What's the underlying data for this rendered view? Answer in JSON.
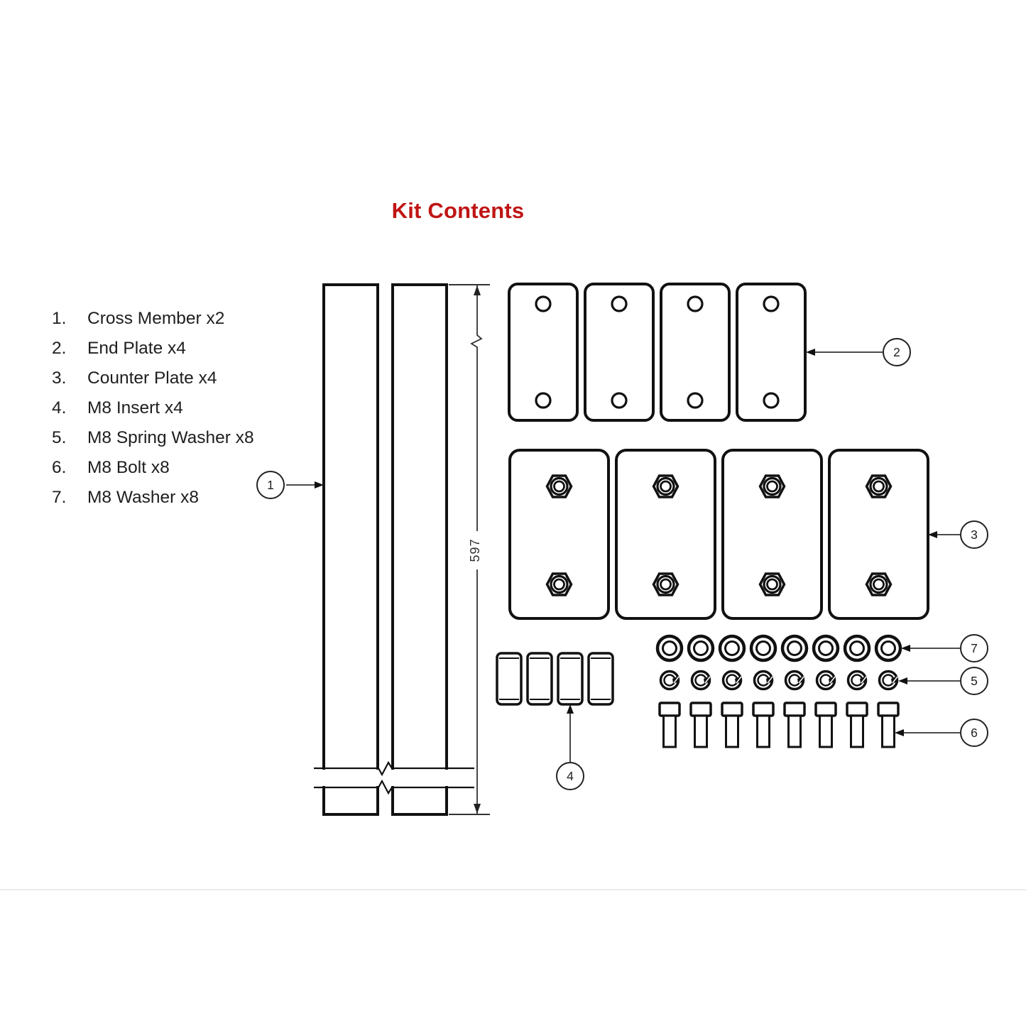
{
  "title": "Kit Contents",
  "colors": {
    "title_red": "#c01515",
    "line_black": "#111111",
    "divider_gray": "#ebebeb"
  },
  "parts_list": {
    "items": [
      {
        "num": "1.",
        "label": "Cross Member x2"
      },
      {
        "num": "2.",
        "label": "End Plate x4"
      },
      {
        "num": "3.",
        "label": "Counter Plate x4"
      },
      {
        "num": "4.",
        "label": "M8 Insert x4"
      },
      {
        "num": "5.",
        "label": "M8 Spring Washer x8"
      },
      {
        "num": "6.",
        "label": "M8 Bolt x8"
      },
      {
        "num": "7.",
        "label": "M8 Washer x8"
      }
    ]
  },
  "dimension": {
    "value": "597"
  },
  "callouts": {
    "cross_member": "1",
    "end_plate": "2",
    "counter_plate": "3",
    "m8_insert": "4",
    "m8_spring_washer": "5",
    "m8_bolt": "6",
    "m8_washer": "7"
  }
}
